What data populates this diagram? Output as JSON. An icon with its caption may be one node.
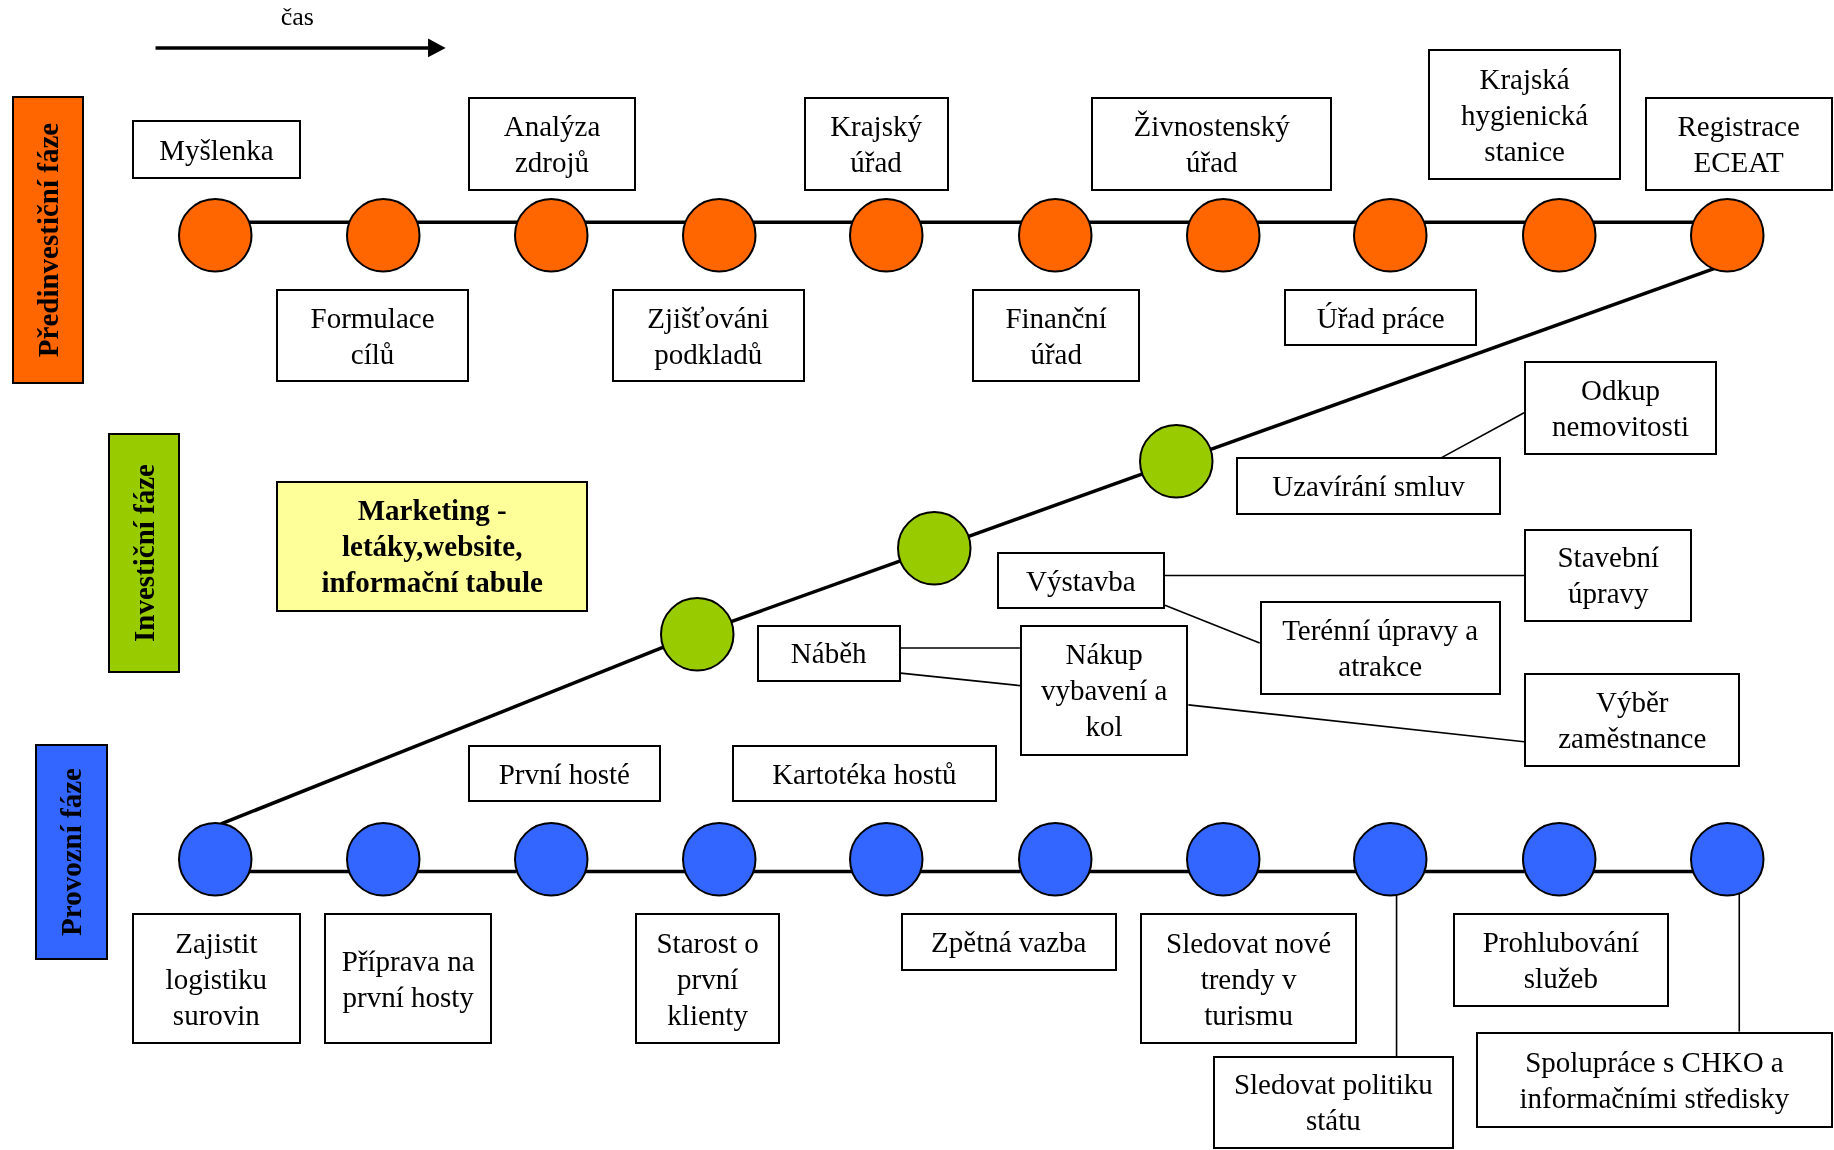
{
  "diagram": {
    "nodes": [
      {
        "text": [
          "Předinvestiční fáze"
        ]
      },
      {
        "text": [
          "Investiční fáze"
        ]
      },
      {
        "text": [
          "Provozní fáze"
        ]
      },
      {
        "text": [
          "Marketing -letáky,website, informační tabule"
        ]
      },
      {
        "text": [
          "Myšlenka"
        ]
      },
      {
        "text": [
          "Formulace cílů"
        ]
      },
      {
        "text": [
          "Analýza zdrojů"
        ]
      },
      {
        "text": [
          "Zjišťováni podkladů"
        ]
      },
      {
        "text": [
          "Krajský úřad"
        ]
      },
      {
        "text": [
          "Finanční úřad"
        ]
      },
      {
        "text": [
          "Živnostenský úřad"
        ]
      },
      {
        "text": [
          "Úřad práce"
        ]
      },
      {
        "text": [
          "Krajská hygienická stanice"
        ]
      },
      {
        "text": [
          "Registrace ECEAT"
        ]
      },
      {
        "text": [],
        "shape": "circle"
      },
      {
        "text": [],
        "shape": "circle"
      },
      {
        "text": [],
        "shape": "circle"
      },
      {
        "text": [],
        "shape": "circle"
      },
      {
        "text": [],
        "shape": "circle"
      },
      {
        "text": [],
        "shape": "circle"
      },
      {
        "text": [],
        "shape": "circle"
      },
      {
        "text": [],
        "shape": "circle"
      },
      {
        "text": [],
        "shape": "circle"
      },
      {
        "text": [],
        "shape": "circle"
      },
      {
        "text": [],
        "shape": "circle"
      },
      {
        "text": [],
        "shape": "circle"
      },
      {
        "text": [],
        "shape": "circle"
      },
      {
        "text": [],
        "shape": "circle"
      },
      {
        "text": [],
        "shape": "circle"
      },
      {
        "text": [],
        "shape": "circle"
      },
      {
        "text": [],
        "shape": "circle"
      },
      {
        "text": [],
        "shape": "circle"
      },
      {
        "text": [],
        "shape": "circle"
      },
      {
        "text": [],
        "shape": "circle"
      },
      {
        "text": [],
        "shape": "circle"
      },
      {
        "text": [],
        "shape": "circle"
      },
      {
        "text": [],
        "shape": "circle"
      },
      {
        "text": [
          "Odkup nemovitosti"
        ]
      },
      {
        "text": [
          "Uzavírání smluv"
        ]
      },
      {
        "text": [
          "Stavební úpravy"
        ]
      },
      {
        "text": [
          "Výstavba"
        ]
      },
      {
        "text": [
          "Terénní úpravy a atrakce"
        ]
      },
      {
        "text": [
          "Náběh"
        ]
      },
      {
        "text": [
          "Nákup vybavení a kol"
        ]
      },
      {
        "text": [
          "Výběr zaměstnance"
        ]
      },
      {
        "text": [
          "První hosté"
        ]
      },
      {
        "text": [
          "Kartotéka hostů"
        ]
      },
      {
        "text": [
          "Zajistit logistiku surovin"
        ]
      },
      {
        "text": [
          "Příprava na první hosty"
        ]
      },
      {
        "text": [
          "Starost o první klienty"
        ]
      },
      {
        "text": [
          "Zpětná vazba"
        ]
      },
      {
        "text": [
          "Sledovat nové trendy v turismu"
        ]
      },
      {
        "text": [
          "Prohlubování služeb"
        ]
      },
      {
        "text": [
          "Sledovat politiku státu"
        ]
      },
      {
        "text": [
          "Spolupráce s CHKO a informačními středisky"
        ]
      }
    ],
    "edges": [
      {
        "from": 14,
        "to": 15,
        "arrow": "none"
      },
      {
        "from": 15,
        "to": 16,
        "arrow": "none"
      },
      {
        "from": 16,
        "to": 17,
        "arrow": "none"
      },
      {
        "from": 17,
        "to": 18,
        "arrow": "none"
      },
      {
        "from": 18,
        "to": 19,
        "arrow": "none"
      },
      {
        "from": 19,
        "to": 20,
        "arrow": "none"
      },
      {
        "from": 20,
        "to": 21,
        "arrow": "none"
      },
      {
        "from": 21,
        "to": 22,
        "arrow": "none"
      },
      {
        "from": 22,
        "to": 23,
        "arrow": "none"
      },
      {
        "from": 23,
        "to": 26,
        "arrow": "none"
      },
      {
        "from": 26,
        "to": 25,
        "arrow": "none"
      },
      {
        "from": 25,
        "to": 24,
        "arrow": "none"
      },
      {
        "from": 24,
        "to": 27,
        "arrow": "none"
      },
      {
        "from": 27,
        "to": 28,
        "arrow": "none"
      },
      {
        "from": 28,
        "to": 29,
        "arrow": "none"
      },
      {
        "from": 29,
        "to": 30,
        "arrow": "none"
      },
      {
        "from": 30,
        "to": 31,
        "arrow": "none"
      },
      {
        "from": 31,
        "to": 32,
        "arrow": "none"
      },
      {
        "from": 32,
        "to": 33,
        "arrow": "none"
      },
      {
        "from": 33,
        "to": 34,
        "arrow": "none"
      },
      {
        "from": 34,
        "to": 35,
        "arrow": "none"
      },
      {
        "from": 35,
        "to": 36,
        "arrow": "none"
      },
      {
        "from": 38,
        "to": 37,
        "arrow": "none"
      },
      {
        "from": 40,
        "to": 39,
        "arrow": "none"
      },
      {
        "from": 40,
        "to": 41,
        "arrow": "none"
      },
      {
        "from": 42,
        "to": 43,
        "arrow": "none"
      },
      {
        "from": 42,
        "to": 43,
        "arrow": "none"
      },
      {
        "from": 43,
        "to": 44,
        "arrow": "none"
      },
      {
        "from": 34,
        "to": 53,
        "arrow": "none"
      },
      {
        "from": 36,
        "to": 54,
        "arrow": "none"
      }
    ],
    "labels": [
      "čas"
    ]
  }
}
